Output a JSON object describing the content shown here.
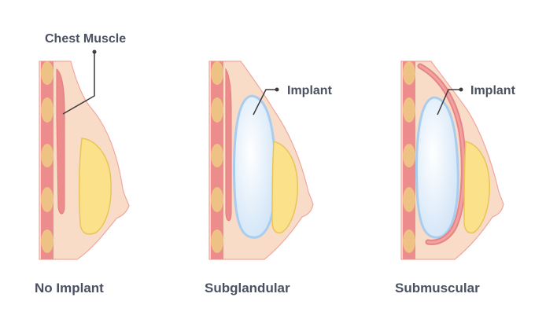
{
  "labels": {
    "chest_muscle": "Chest Muscle",
    "implant_subglandular": "Implant",
    "implant_submuscular": "Implant"
  },
  "captions": {
    "no_implant": "No Implant",
    "subglandular": "Subglandular",
    "submuscular": "Submuscular"
  },
  "colors": {
    "skin_fill": "#f9dcc8",
    "skin_outline": "#f0a8a0",
    "muscle": "#ec8c8c",
    "rib": "#eec184",
    "gland": "#fbe18a",
    "gland_outline": "#e9c45a",
    "implant_fill": "#e4effb",
    "implant_outline": "#a8cdef",
    "text": "#4a5160",
    "leader": "#3c3c3c"
  }
}
